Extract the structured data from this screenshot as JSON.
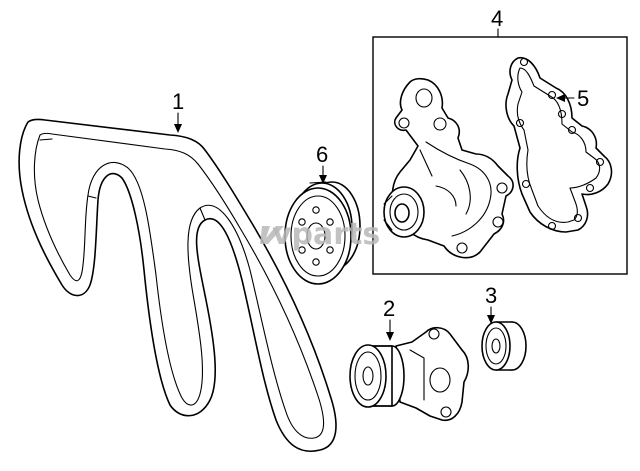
{
  "callouts": {
    "belt": "1",
    "tensioner": "2",
    "idler_pulley": "3",
    "water_pump_box": "4",
    "gasket": "5",
    "water_pump_pulley": "6"
  },
  "watermark": "vparts",
  "colors": {
    "line": "#000000",
    "background": "#ffffff",
    "watermark": "#b8b8b8"
  }
}
